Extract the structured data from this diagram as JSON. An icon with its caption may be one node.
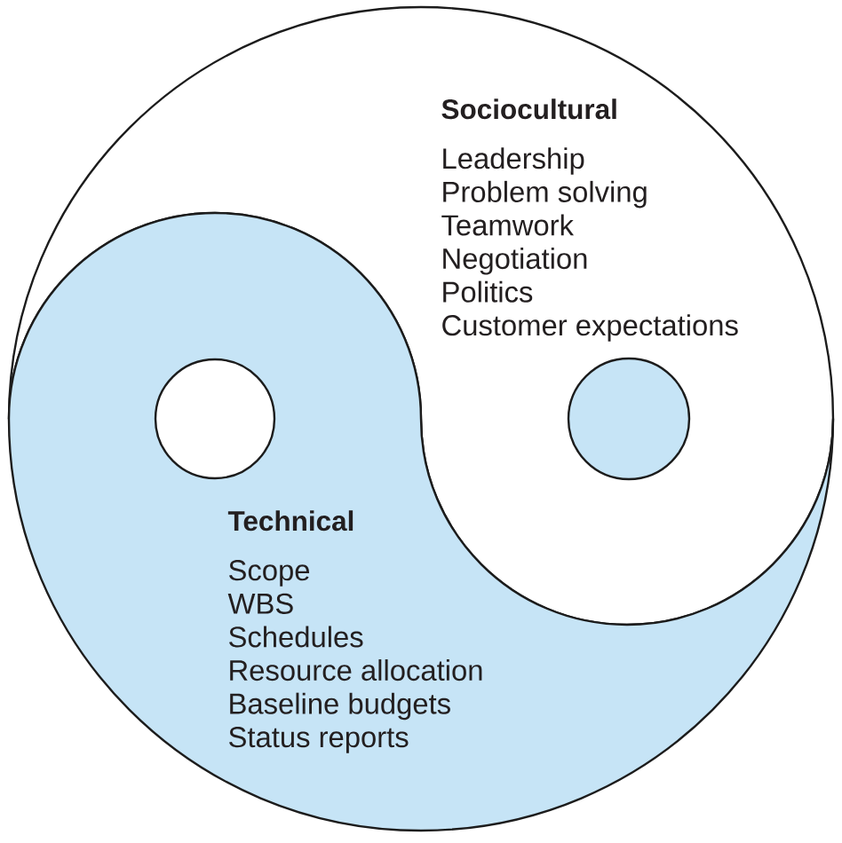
{
  "diagram": {
    "nodes": [
      {
        "text": [
          "Sociocultural",
          "Leadership",
          "Problem solving",
          "Teamwork",
          "Negotiation",
          "Politics",
          "Customer expectations"
        ]
      },
      {
        "text": [
          "Technical",
          "Scope",
          "WBS",
          "Schedules",
          "Resource allocation",
          "Baseline budgets",
          "Status reports"
        ]
      }
    ]
  }
}
